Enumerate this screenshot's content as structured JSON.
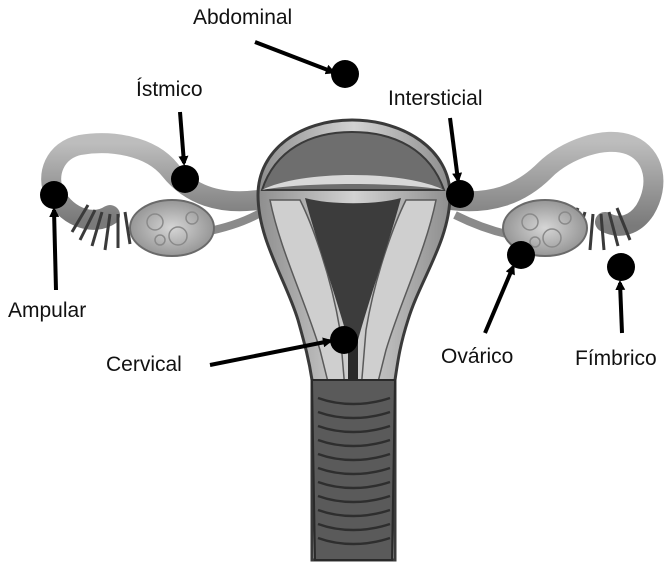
{
  "labels": {
    "abdominal": "Abdominal",
    "istmico": "Ístmico",
    "intersticial": "Intersticial",
    "ampular": "Ampular",
    "cervical": "Cervical",
    "ovarico": "Ovárico",
    "fimbrico": "Fímbrico"
  },
  "colors": {
    "marker": "#000000",
    "tissue_light": "#c8c8c8",
    "tissue_mid": "#9a9a9a",
    "tissue_dark": "#4a4a4a",
    "outline": "#2a2a2a"
  }
}
